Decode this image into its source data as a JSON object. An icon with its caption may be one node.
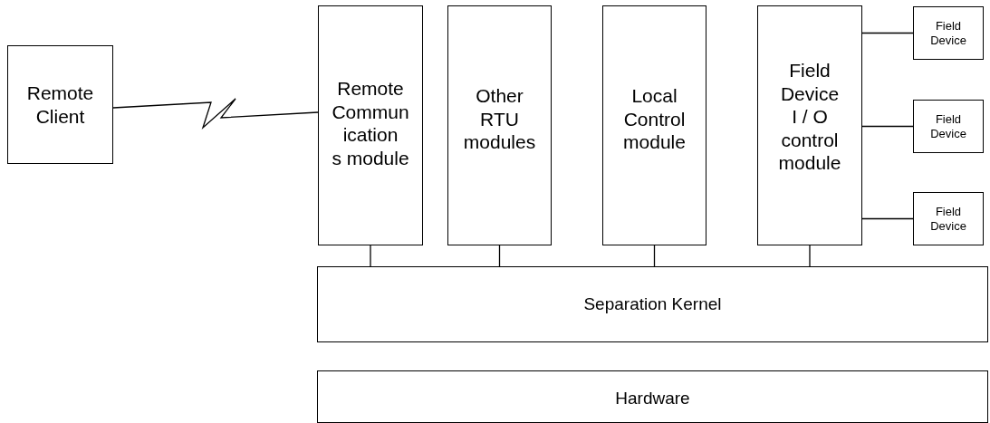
{
  "diagram": {
    "nodes": [
      {
        "text": [
          "Remote Client"
        ]
      },
      {
        "text": [
          "Remote Commun ication s module"
        ]
      },
      {
        "text": [
          "Other RTU modules"
        ]
      },
      {
        "text": [
          "Local Control module"
        ]
      },
      {
        "text": [
          "Field Device I / O control module"
        ]
      },
      {
        "text": [
          "Field Device"
        ]
      },
      {
        "text": [
          "Field Device"
        ]
      },
      {
        "text": [
          "Field Device"
        ]
      },
      {
        "text": [
          "Separation Kernel"
        ]
      },
      {
        "text": [
          "Hardware"
        ]
      }
    ],
    "edges": [
      {
        "from": 0,
        "to": 1,
        "arrow": "none"
      },
      {
        "from": 1,
        "to": 8,
        "arrow": "none"
      },
      {
        "from": 2,
        "to": 8,
        "arrow": "none"
      },
      {
        "from": 3,
        "to": 8,
        "arrow": "none"
      },
      {
        "from": 4,
        "to": 8,
        "arrow": "none"
      },
      {
        "from": 4,
        "to": 5,
        "arrow": "none"
      },
      {
        "from": 4,
        "to": 6,
        "arrow": "none"
      },
      {
        "from": 4,
        "to": 7,
        "arrow": "none"
      }
    ]
  }
}
